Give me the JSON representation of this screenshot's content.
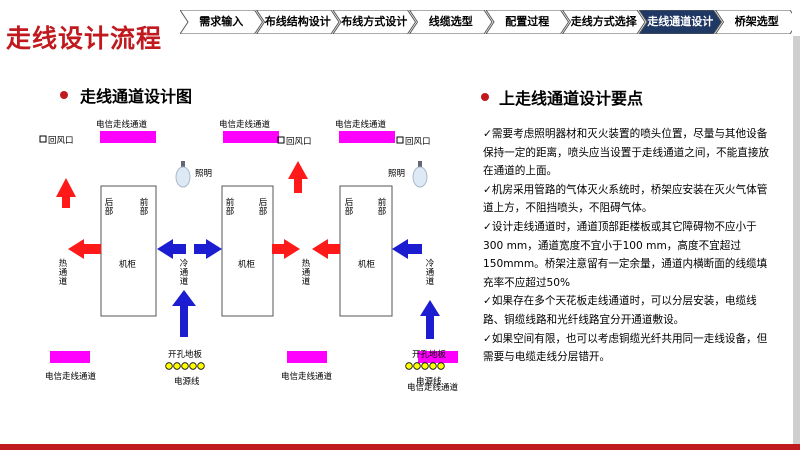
{
  "title": "走线设计流程",
  "steps": [
    {
      "label": "需求输入",
      "active": false
    },
    {
      "label": "布线结构设计",
      "active": false
    },
    {
      "label": "布线方式设计",
      "active": false
    },
    {
      "label": "线缆选型",
      "active": false
    },
    {
      "label": "配置过程",
      "active": false
    },
    {
      "label": "走线方式选择",
      "active": false
    },
    {
      "label": "走线通道设计",
      "active": true
    },
    {
      "label": "桥架选型",
      "active": false
    }
  ],
  "left_heading": "走线通道设计图",
  "right_heading": "上走线通道设计要点",
  "diagram": {
    "top_trays": [
      "电信走线通道",
      "电信走线通道",
      "电信走线通道"
    ],
    "bottom_trays": [
      "电信走线通道",
      "电信走线通道",
      "电信走线通道"
    ],
    "vents": [
      "回风口",
      "回风口",
      "回风口"
    ],
    "lights": [
      "照明",
      "照明"
    ],
    "cabinet_front": "前部",
    "cabinet_back": "后部",
    "cabinet_label": "机柜",
    "hot_aisle": "热通道",
    "cold_aisle": "冷通道",
    "perforated_floor": "开孔地板",
    "power_line": "电源线",
    "colors": {
      "tray": "#ff00ff",
      "hot": "#ff1a1a",
      "cold": "#1c1cd0",
      "power": "#ffff00"
    }
  },
  "points": [
    "✓需要考虑照明器材和灭火装置的喷头位置，尽量与其他设备保持一定的距离，喷头应当设置于走线通道之间，不能直接放在通道的上面。",
    "✓机房采用管路的气体灭火系统时，桥架应安装在灭火气体管道上方，不阻挡喷头，不阻碍气体。",
    "✓设计走线通道时，通道顶部距楼板或其它障碍物不应小于300 mm，通道宽度不宜小于100 mm，高度不宜超过150mmm。桥架注意留有一定余量，通道内横断面的线缆填充率不应超过50%",
    "✓如果存在多个天花板走线通道时，可以分层安装，电缆线路、铜缆线路和光纤线路宜分开通道敷设。",
    "✓如果空间有限，也可以考虑铜缆光纤共用同一走线设备，但需要与电缆走线分层错开。"
  ]
}
